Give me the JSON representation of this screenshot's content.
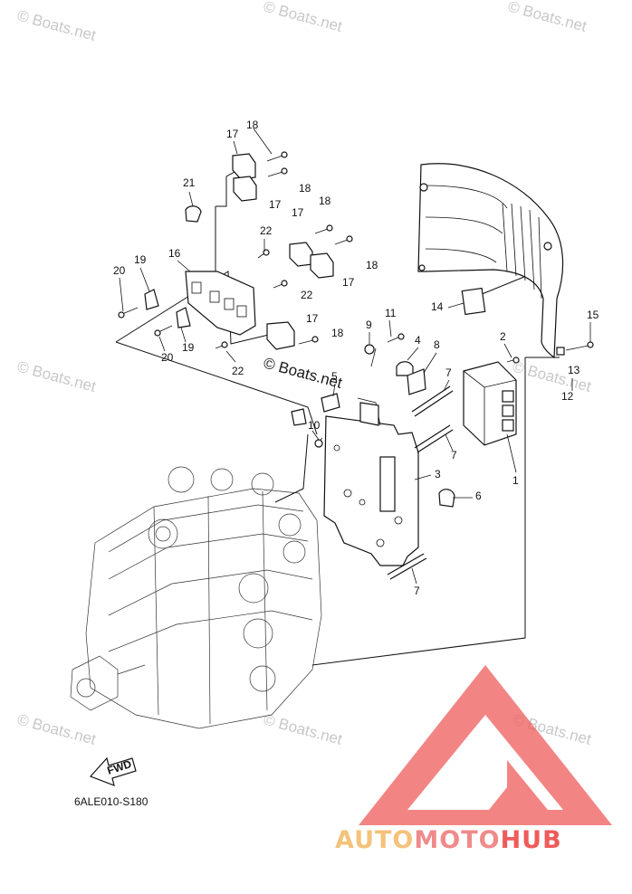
{
  "watermark": "© Boats.net",
  "diagram_code": "6ALE010-S180",
  "fwd_label": "FWD",
  "brand": {
    "part1": "AUTO",
    "part2": "MOTO",
    "part3": "HUB",
    "color_auto": "#f4c27a",
    "color_moto": "#f08a8a",
    "color_hub": "#ef5b5b"
  },
  "callouts": [
    "1",
    "2",
    "3",
    "4",
    "5",
    "6",
    "7",
    "7",
    "7",
    "8",
    "9",
    "10",
    "11",
    "12",
    "13",
    "14",
    "15",
    "16",
    "17",
    "17",
    "17",
    "17",
    "17",
    "18",
    "18",
    "18",
    "18",
    "18",
    "19",
    "19",
    "20",
    "20",
    "21",
    "22",
    "22",
    "22"
  ]
}
